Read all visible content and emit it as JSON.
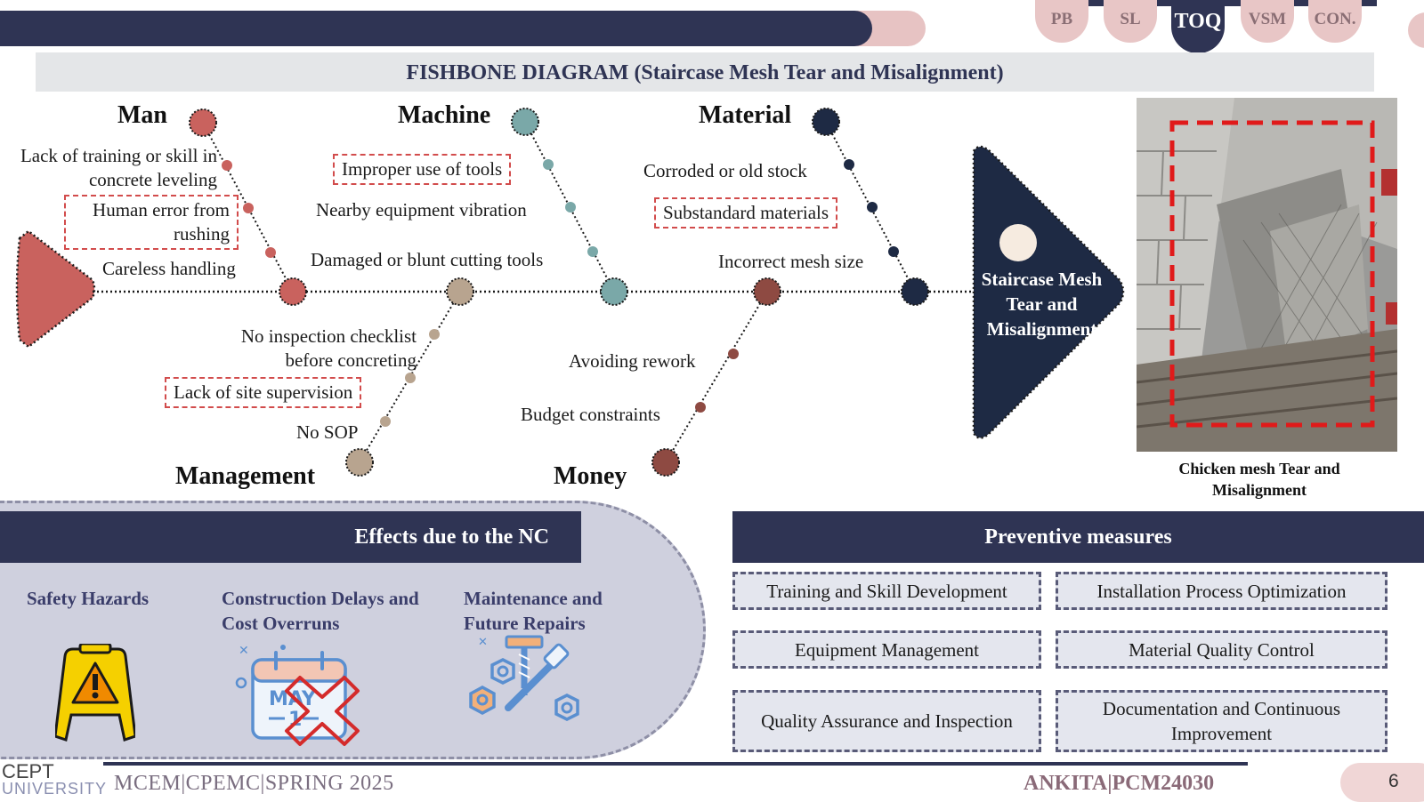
{
  "tabs": [
    {
      "label": "PB",
      "active": false
    },
    {
      "label": "SL",
      "active": false
    },
    {
      "label": "TOQ",
      "active": true
    },
    {
      "label": "VSM",
      "active": false
    },
    {
      "label": "CON.",
      "active": false
    }
  ],
  "title": "FISHBONE DIAGRAM (Staircase Mesh Tear and Misalignment)",
  "fishbone": {
    "head": {
      "label": "Staircase Mesh Tear and Misalignment"
    },
    "categories": {
      "man": {
        "label": "Man",
        "color": "#c9625e",
        "causes": [
          {
            "text": "Lack of training or skill in concrete leveling",
            "boxed": false
          },
          {
            "text": "Human error from rushing",
            "boxed": true
          },
          {
            "text": "Careless handling",
            "boxed": false
          }
        ]
      },
      "machine": {
        "label": "Machine",
        "color": "#7aa8a8",
        "causes": [
          {
            "text": "Improper use of tools",
            "boxed": true
          },
          {
            "text": "Nearby equipment vibration",
            "boxed": false
          },
          {
            "text": "Damaged or blunt cutting tools",
            "boxed": false
          }
        ]
      },
      "material": {
        "label": "Material",
        "color": "#1e2a44",
        "causes": [
          {
            "text": "Corroded or old stock",
            "boxed": false
          },
          {
            "text": "Substandard materials",
            "boxed": true
          },
          {
            "text": "Incorrect mesh size",
            "boxed": false
          }
        ]
      },
      "management": {
        "label": "Management",
        "color": "#b8a48f",
        "causes": [
          {
            "text": "No inspection checklist before concreting",
            "boxed": false
          },
          {
            "text": "Lack of site supervision",
            "boxed": true
          },
          {
            "text": "No SOP",
            "boxed": false
          }
        ]
      },
      "money": {
        "label": "Money",
        "color": "#8e4a42",
        "causes": [
          {
            "text": "Avoiding rework",
            "boxed": false
          },
          {
            "text": "Budget constraints",
            "boxed": false
          }
        ]
      }
    }
  },
  "photo": {
    "caption": "Chicken mesh Tear and Misalignment"
  },
  "effects": {
    "title": "Effects due to the NC",
    "items": [
      {
        "label": "Safety Hazards",
        "icon": "warning-sign-icon"
      },
      {
        "label": "Construction Delays and Cost Overruns",
        "icon": "cancelled-calendar-icon",
        "calendar_text": "MAY 1"
      },
      {
        "label": "Maintenance and Future Repairs",
        "icon": "bolts-nuts-icon"
      }
    ]
  },
  "preventive": {
    "title": "Preventive measures",
    "items": [
      "Training and Skill Development",
      "Installation Process Optimization",
      "Equipment Management",
      "Material Quality Control",
      "Quality Assurance and Inspection",
      "Documentation and Continuous Improvement"
    ]
  },
  "footer": {
    "logo_top": "CEPT",
    "logo_bottom": "UNIVERSITY",
    "left": "MCEM|CPEMC|SPRING 2025",
    "right": "ANKITA|PCM24030",
    "page": "6"
  },
  "colors": {
    "navy": "#2f3454",
    "pink": "#e8c6c6",
    "panel": "#cfd0de",
    "dash_red": "#d24c4c"
  }
}
